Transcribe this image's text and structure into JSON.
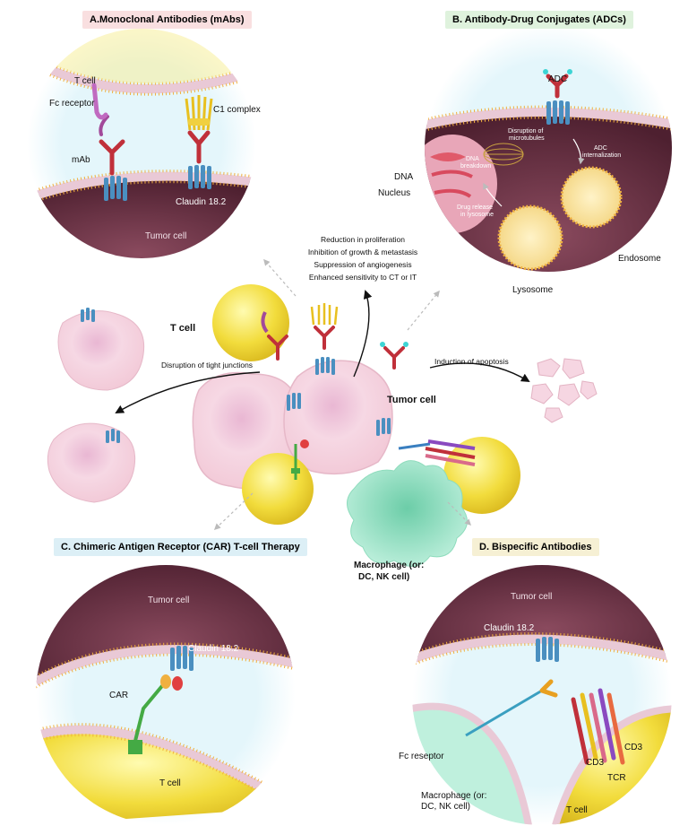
{
  "panels": {
    "a": {
      "title": "A.Monoclonal Antibodies (mAbs)",
      "bg": "#f9dfe0",
      "labels": {
        "t_cell": "T cell",
        "fc_receptor": "Fc receptor",
        "c1": "C1 complex",
        "mab": "mAb",
        "claudin": "Claudin 18.2",
        "tumor": "Tumor cell"
      }
    },
    "b": {
      "title": "B. Antibody-Drug Conjugates (ADCs)",
      "bg": "#dff2dd",
      "labels": {
        "adc": "ADC",
        "dna": "DNA",
        "nucleus": "Nucleus",
        "dna_breakdown_1": "DNA",
        "dna_breakdown_2": "breakdown",
        "disruption_1": "Disruption of",
        "disruption_2": "microtubules",
        "internalization_1": "ADC",
        "internalization_2": "internalization",
        "release_1": "Drug release",
        "release_2": "in lysosome",
        "lysosome": "Lysosome",
        "endosome": "Endosome"
      }
    },
    "c": {
      "title": "C. Chimeric Antigen Receptor (CAR) T-cell Therapy",
      "bg": "#dceff6",
      "labels": {
        "tumor": "Tumor cell",
        "claudin": "Claudin 18.2",
        "car": "CAR",
        "t_cell": "T cell"
      }
    },
    "d": {
      "title": "D. Bispecific Antibodies",
      "bg": "#f6f0d4",
      "labels": {
        "tumor": "Tumor cell",
        "claudin": "Claudin 18.2",
        "fc": "Fc reseptor",
        "cd3_a": "CD3",
        "cd3_b": "CD3",
        "tcr": "TCR",
        "macrophage": "Macrophage (or:\nDC, NK cell)",
        "t_cell": "T cell"
      }
    }
  },
  "center": {
    "effects": [
      "Reduction in proliferation",
      "Inhibition of growth & metastasis",
      "Suppression of angiogenesis",
      "Enhanced sensitivity to CT or IT"
    ],
    "t_cell": "T cell",
    "tumor_cell": "Tumor cell",
    "tight_junctions": "Disruption of tight junctions",
    "apoptosis": "Induction of apoptosis",
    "macrophage_1": "Macrophage (or:",
    "macrophage_2": "DC, NK cell)"
  },
  "colors": {
    "tumor_dark": "#5e2a3a",
    "membrane_head": "#f0b040",
    "t_cell_yellow": "#f3e04a",
    "claudin_blue": "#4a8fc0",
    "ab_red": "#c0303a",
    "pink_cell": "#f6d6e2",
    "macrophage_green": "#a6e3cc"
  }
}
